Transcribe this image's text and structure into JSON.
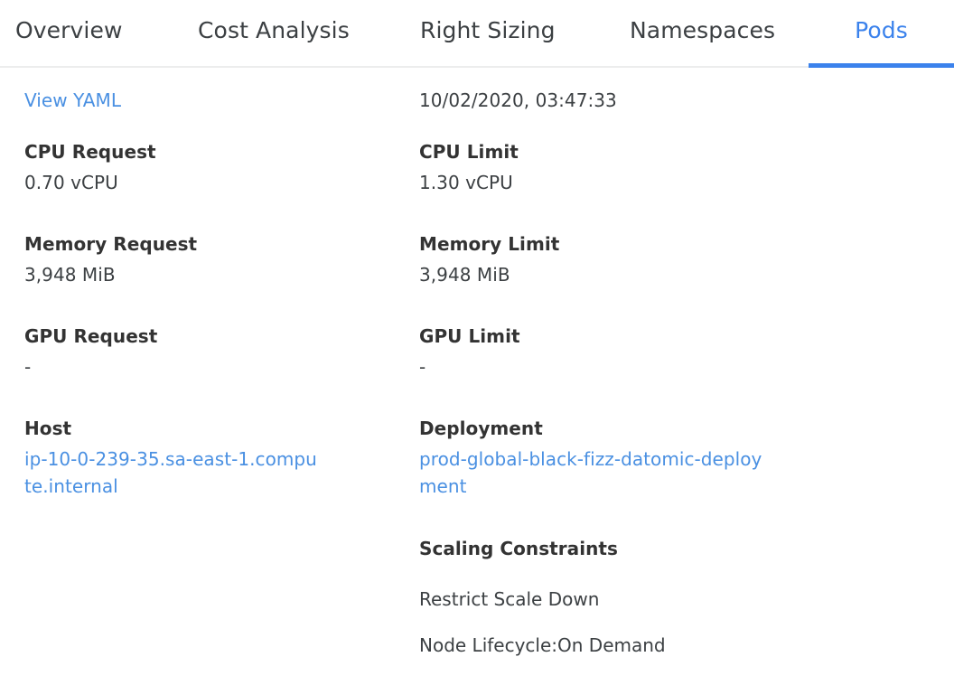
{
  "tabs": [
    {
      "label": "Overview",
      "active": false
    },
    {
      "label": "Cost Analysis",
      "active": false
    },
    {
      "label": "Right Sizing",
      "active": false
    },
    {
      "label": "Namespaces",
      "active": false
    },
    {
      "label": "Pods",
      "active": true
    }
  ],
  "colors": {
    "accent": "#3b82ec",
    "link": "#4a90e2",
    "label_text": "#333333",
    "value_text": "#3c4043",
    "divider": "#eceded",
    "background": "#ffffff"
  },
  "details": {
    "view_yaml_link": "View YAML",
    "timestamp": "10/02/2020, 03:47:33",
    "cpu_request": {
      "label": "CPU Request",
      "value": "0.70 vCPU"
    },
    "cpu_limit": {
      "label": "CPU Limit",
      "value": "1.30 vCPU"
    },
    "memory_request": {
      "label": "Memory Request",
      "value": "3,948 MiB"
    },
    "memory_limit": {
      "label": "Memory Limit",
      "value": "3,948 MiB"
    },
    "gpu_request": {
      "label": "GPU Request",
      "value": "-"
    },
    "gpu_limit": {
      "label": "GPU Limit",
      "value": "-"
    },
    "host": {
      "label": "Host",
      "value": "ip-10-0-239-35.sa-east-1.compute.internal"
    },
    "deployment": {
      "label": "Deployment",
      "value": "prod-global-black-fizz-datomic-deployment"
    },
    "scaling_constraints": {
      "label": "Scaling Constraints",
      "items": [
        "Restrict Scale Down",
        "Node Lifecycle:On Demand"
      ]
    }
  }
}
